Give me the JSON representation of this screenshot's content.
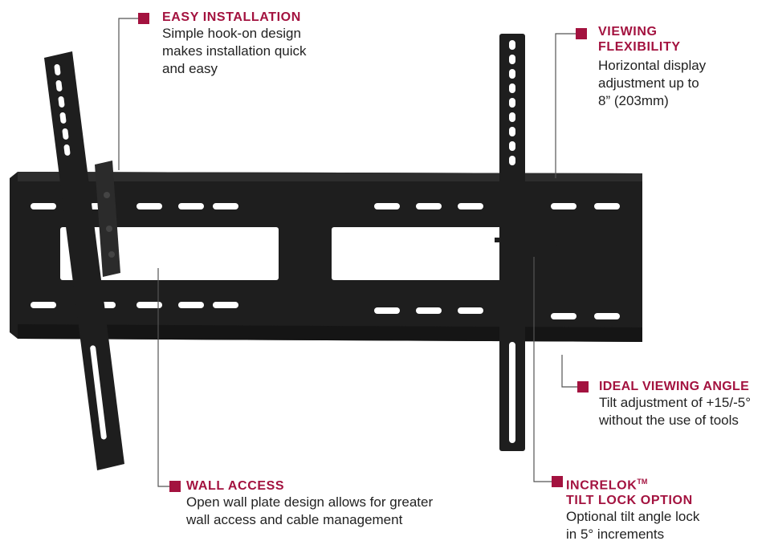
{
  "colors": {
    "accent": "#a3123f",
    "mount": "#1e1e1e",
    "text": "#222222"
  },
  "product_image": "tilting-tv-wall-mount",
  "callouts": {
    "easy_installation": {
      "title": "EASY INSTALLATION",
      "line1": "Simple hook-on design",
      "line2": "makes installation quick",
      "line3": "and easy"
    },
    "viewing_flexibility": {
      "title1": "VIEWING",
      "title2": "FLEXIBILITY",
      "line1": "Horizontal display",
      "line2": "adjustment up to",
      "line3": "8” (203mm)"
    },
    "ideal_viewing_angle": {
      "title": "IDEAL VIEWING ANGLE",
      "line1": "Tilt adjustment of +15/-5°",
      "line2": "without the use of tools"
    },
    "wall_access": {
      "title": "WALL ACCESS",
      "line1": "Open wall plate design allows for greater",
      "line2": "wall access and cable management"
    },
    "increlok": {
      "title1": "INCRELOK",
      "tm": "TM",
      "title2": "TILT LOCK OPTION",
      "line1": "Optional tilt angle lock",
      "line2": "in 5° increments"
    }
  }
}
